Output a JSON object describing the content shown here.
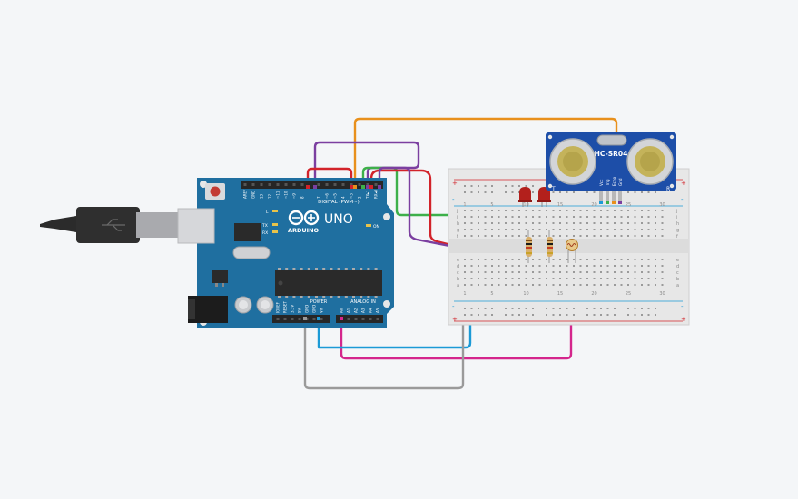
{
  "board": {
    "logo_text": "UNO",
    "brand_text": "ARDUINO",
    "digital_header": "DIGITAL (PWM~)",
    "power_header": "POWER",
    "analog_header": "ANALOG IN",
    "tx_label": "TX",
    "rx_label": "RX",
    "l_label": "L",
    "on_label": "ON",
    "digital_pins": [
      "AREF",
      "GND",
      "13",
      "12",
      "~11",
      "~10",
      "~9",
      "8",
      "7",
      "~6",
      "~5",
      "4",
      "~3",
      "2",
      "TX▸1",
      "RX◂0"
    ],
    "power_pins": [
      "IOREF",
      "RESET",
      "3.3V",
      "5V",
      "GND",
      "GND",
      "Vin"
    ],
    "analog_pins": [
      "A0",
      "A1",
      "A2",
      "A3",
      "A4",
      "A5"
    ]
  },
  "sensor": {
    "model": "HC-SR04",
    "pins": [
      "Vcc",
      "Trig",
      "Echo",
      "Gnd"
    ],
    "left_mark": "T",
    "right_mark": "R"
  },
  "breadboard": {
    "row_letters_top": [
      "j",
      "i",
      "h",
      "g",
      "f"
    ],
    "row_letters_bottom": [
      "e",
      "d",
      "c",
      "b",
      "a"
    ],
    "column_numbers": [
      "1",
      "5",
      "10",
      "15",
      "20",
      "25",
      "30"
    ],
    "rail_plus": "+",
    "rail_minus": "-"
  },
  "colors": {
    "background": "#f4f6f8",
    "board": "#1f6fa0",
    "wire_orange": "#e8901c",
    "wire_purple": "#7b3fa0",
    "wire_red": "#d2232a",
    "wire_green": "#3db04a",
    "wire_blue": "#1b9ad6",
    "wire_magenta": "#d4268c",
    "wire_gray": "#9a9a9a",
    "led": "#b3201c"
  }
}
